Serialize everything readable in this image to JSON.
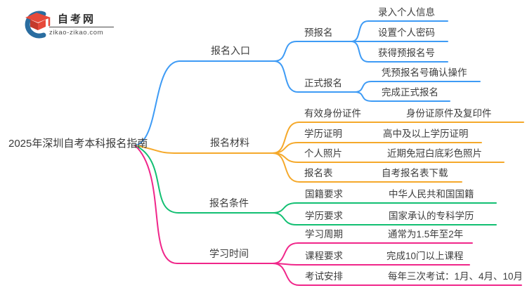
{
  "logo": {
    "site_name": "自考网",
    "site_url": "zikao-zikao.com"
  },
  "colors": {
    "blue": "#3e9bf5",
    "orange": "#f5a92b",
    "green": "#12bf72",
    "pink": "#f0268a",
    "text": "#3d3d3d",
    "logo_red": "#e6493a",
    "logo_red_dark": "#c4392c",
    "logo_blue": "#2a6da0"
  },
  "mindmap": {
    "root": "2025年深圳自考本科报名指南",
    "branches": [
      {
        "label": "报名入口",
        "color": "#3e9bf5",
        "children": [
          {
            "label": "预报名",
            "children": [
              {
                "label": "录入个人信息"
              },
              {
                "label": "设置个人密码"
              },
              {
                "label": "获得预报名号"
              }
            ]
          },
          {
            "label": "正式报名",
            "children": [
              {
                "label": "凭预报名号确认操作"
              },
              {
                "label": "完成正式报名"
              }
            ]
          }
        ]
      },
      {
        "label": "报名材料",
        "color": "#f5a92b",
        "children": [
          {
            "label": "有效身份证件",
            "children": [
              {
                "label": "身份证原件及复印件"
              }
            ]
          },
          {
            "label": "学历证明",
            "children": [
              {
                "label": "高中及以上学历证明"
              }
            ]
          },
          {
            "label": "个人照片",
            "children": [
              {
                "label": "近期免冠白底彩色照片"
              }
            ]
          },
          {
            "label": "报名表",
            "children": [
              {
                "label": "自考报名表下载"
              }
            ]
          }
        ]
      },
      {
        "label": "报名条件",
        "color": "#12bf72",
        "children": [
          {
            "label": "国籍要求",
            "children": [
              {
                "label": "中华人民共和国国籍"
              }
            ]
          },
          {
            "label": "学历要求",
            "children": [
              {
                "label": "国家承认的专科学历"
              }
            ]
          }
        ]
      },
      {
        "label": "学习时间",
        "color": "#f0268a",
        "children": [
          {
            "label": "学习周期",
            "children": [
              {
                "label": "通常为1.5年至2年"
              }
            ]
          },
          {
            "label": "课程要求",
            "children": [
              {
                "label": "完成10门以上课程"
              }
            ]
          },
          {
            "label": "考试安排",
            "children": [
              {
                "label": "每年三次考试：1月、4月、10月"
              }
            ]
          }
        ]
      }
    ]
  }
}
